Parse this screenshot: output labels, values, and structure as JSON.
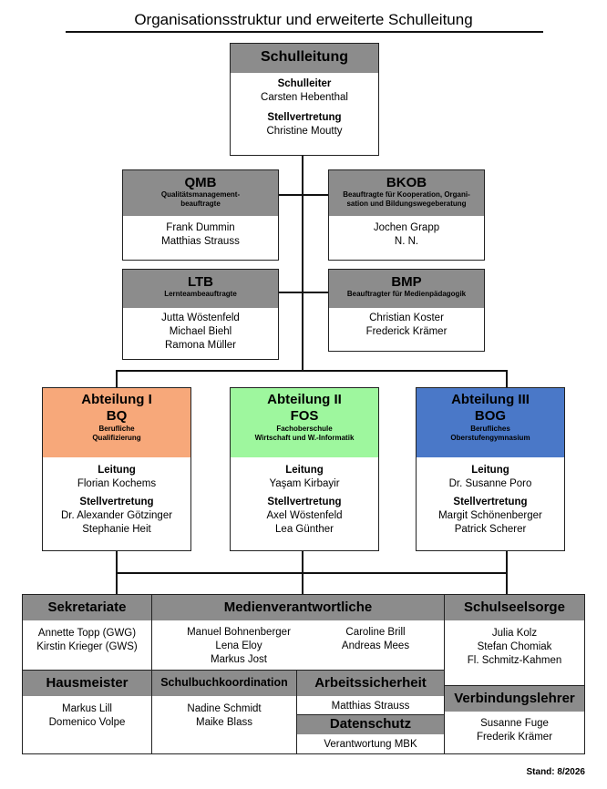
{
  "title": "Organisationsstruktur und erweiterte Schulleitung",
  "stand": "Stand: 8/2026",
  "schulleitung": {
    "title": "Schulleitung",
    "label1": "Schulleiter",
    "name1": "Carsten Hebenthal",
    "label2": "Stellvertretung",
    "name2": "Christine Moutty"
  },
  "qmb": {
    "title": "QMB",
    "subtitle1": "Qualitätsmanagement-",
    "subtitle2": "beauftragte",
    "names": [
      "Frank Dummin",
      "Matthias Strauss"
    ]
  },
  "bkob": {
    "title": "BKOB",
    "subtitle1": "Beauftragte für Kooperation, Organi-",
    "subtitle2": "sation und Bildungswegeberatung",
    "names": [
      "Jochen Grapp",
      "N. N."
    ]
  },
  "ltb": {
    "title": "LTB",
    "subtitle1": "Lernteambeauftragte",
    "names": [
      "Jutta Wöstenfeld",
      "Michael Biehl",
      "Ramona Müller"
    ]
  },
  "bmp": {
    "title": "BMP",
    "subtitle1": "Beauftragter für Medienpädagogik",
    "names": [
      "Christian Koster",
      "Frederick Krämer"
    ]
  },
  "abteilungen": [
    {
      "title1": "Abteilung I",
      "title2": "BQ",
      "subtitle1": "Berufliche",
      "subtitle2": "Qualifizierung",
      "leitung_label": "Leitung",
      "leitung": "Florian Kochems",
      "stellv_label": "Stellvertretung",
      "stellv1": "Dr. Alexander Götzinger",
      "stellv2": "Stephanie Heit",
      "color": "#f7a87a"
    },
    {
      "title1": "Abteilung II",
      "title2": "FOS",
      "subtitle1": "Fachoberschule",
      "subtitle2": "Wirtschaft und W.-Informatik",
      "leitung_label": "Leitung",
      "leitung": "Yaşam Kirbayir",
      "stellv_label": "Stellvertretung",
      "stellv1": "Axel Wöstenfeld",
      "stellv2": "Lea Günther",
      "color": "#9ef79e"
    },
    {
      "title1": "Abteilung III",
      "title2": "BOG",
      "subtitle1": "Berufliches",
      "subtitle2": "Oberstufengymnasium",
      "leitung_label": "Leitung",
      "leitung": "Dr. Susanne Poro",
      "stellv_label": "Stellvertretung",
      "stellv1": "Margit Schönenberger",
      "stellv2": "Patrick Scherer",
      "color": "#4a78c8"
    }
  ],
  "sekretariate": {
    "title": "Sekretariate",
    "names": [
      "Annette Topp (GWG)",
      "Kirstin Krieger (GWS)"
    ]
  },
  "medien": {
    "title": "Medienverantwortliche",
    "names_left": [
      "Manuel Bohnenberger",
      "Lena Eloy",
      "Markus Jost"
    ],
    "names_right": [
      "Caroline Brill",
      "Andreas Mees"
    ]
  },
  "seelsorge": {
    "title": "Schulseelsorge",
    "names": [
      "Julia Kolz",
      "Stefan Chomiak",
      "Fl. Schmitz-Kahmen"
    ]
  },
  "hausmeister": {
    "title": "Hausmeister",
    "names": [
      "Markus Lill",
      "Domenico Volpe"
    ]
  },
  "schulbuch": {
    "title": "Schulbuchkoordination",
    "names": [
      "Nadine Schmidt",
      "Maike Blass"
    ]
  },
  "arbeitssicherheit": {
    "title": "Arbeitssicherheit",
    "names": [
      "Matthias Strauss"
    ]
  },
  "datenschutz": {
    "title": "Datenschutz",
    "names": [
      "Verantwortung MBK"
    ]
  },
  "verbindung": {
    "title": "Verbindungslehrer",
    "names": [
      "Susanne Fuge",
      "Frederik Krämer"
    ]
  }
}
